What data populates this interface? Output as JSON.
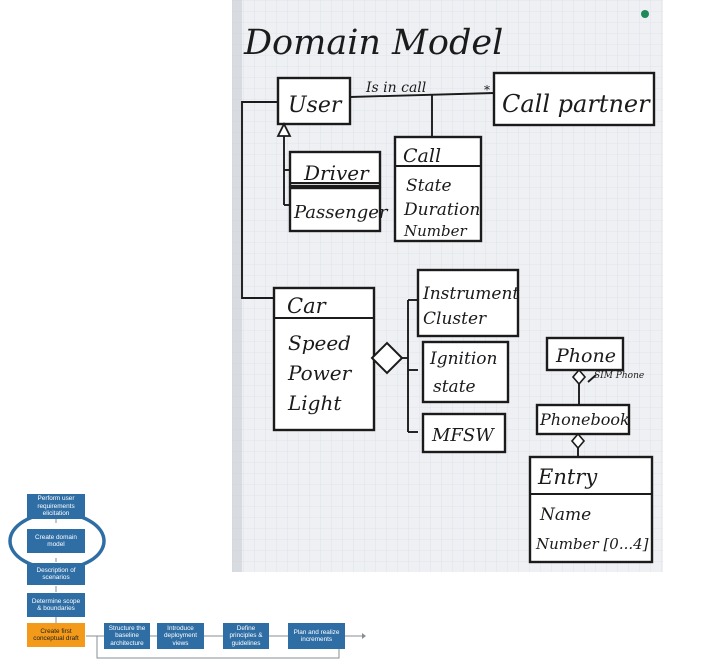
{
  "whiteboard": {
    "title": "Domain Model",
    "association_label": "Is in call",
    "multiplicity_star": "*",
    "sim_note": "SIM Phone",
    "classes": {
      "user": {
        "name": "User",
        "attributes": []
      },
      "call_partner": {
        "name": "Call partner",
        "attributes": []
      },
      "driver": {
        "name": "Driver",
        "attributes": []
      },
      "passenger": {
        "name": "Passenger",
        "attributes": []
      },
      "call": {
        "name": "Call",
        "attributes": [
          "State",
          "Duration",
          "Number"
        ]
      },
      "car": {
        "name": "Car",
        "attributes": [
          "Speed",
          "Power",
          "Light"
        ]
      },
      "instrument_cluster": {
        "name": "Instrument Cluster",
        "lines": [
          "Instrument",
          "Cluster"
        ]
      },
      "ignition_state": {
        "name": "Ignition state",
        "lines": [
          "Ignition",
          "state"
        ]
      },
      "mfsw": {
        "name": "MFSW"
      },
      "phone": {
        "name": "Phone"
      },
      "phonebook": {
        "name": "Phonebook"
      },
      "entry": {
        "name": "Entry",
        "attributes": [
          "Name",
          "Number [0...4]"
        ]
      }
    }
  },
  "process": {
    "steps": [
      "Perform user requirements elicitation",
      "Create domain model",
      "Description of scenarios",
      "Determine scope & boundaries",
      "Create first conceptual draft",
      "Structure the baseline architecture",
      "Introduce deployment views",
      "Define principles & guidelines",
      "Plan and realize increments"
    ],
    "colors": {
      "step": "#2f6ea5",
      "highlight": "#f39a1a",
      "circle": "#2f6ea5"
    }
  }
}
